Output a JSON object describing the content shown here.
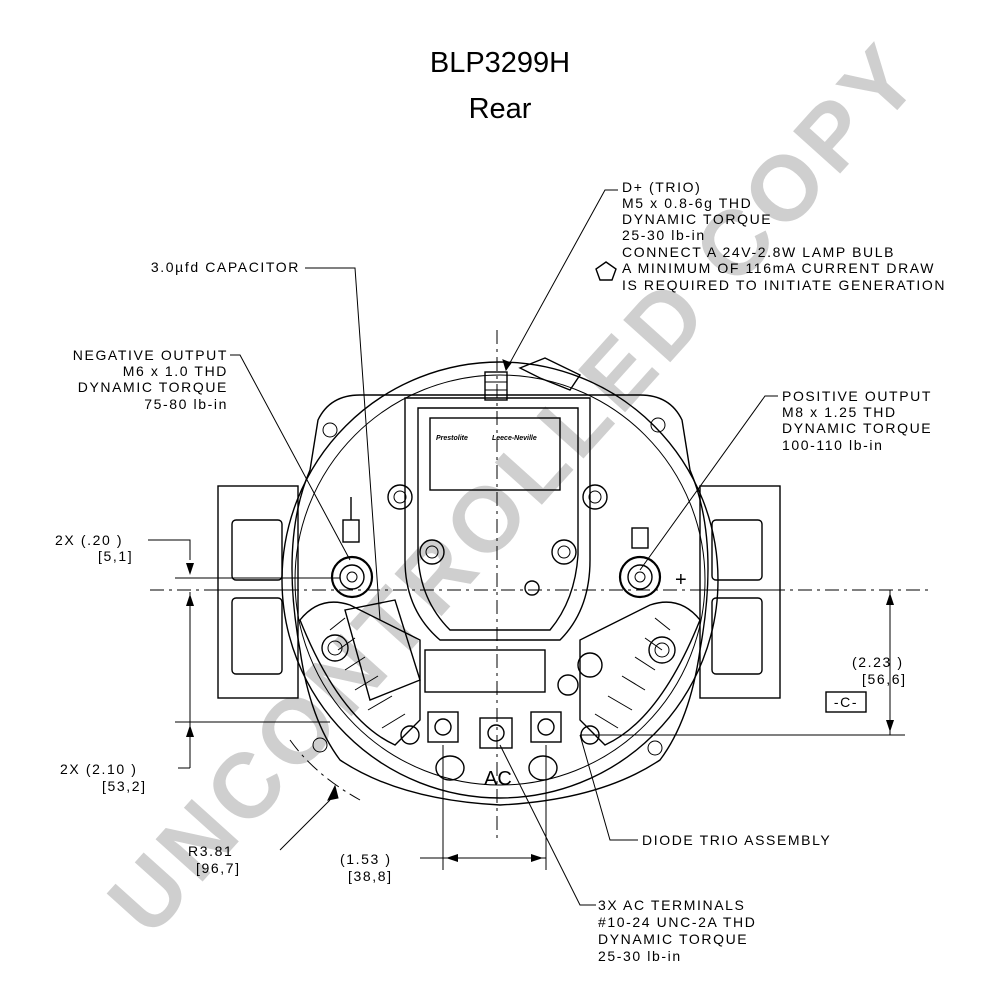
{
  "header": {
    "title": "BLP3299H",
    "subtitle": "Rear"
  },
  "watermark": "UNCONTROLLED COPY",
  "callouts": {
    "d_plus": [
      "D+ (TRIO)",
      "M5 x 0.8-6g THD",
      "DYNAMIC TORQUE",
      "25-30 lb-in",
      "CONNECT A 24V-2.8W LAMP BULB",
      "A MINIMUM OF 116mA CURRENT DRAW",
      "IS REQUIRED TO INITIATE GENERATION"
    ],
    "capacitor": "3.0µfd CAPACITOR",
    "negative_output": [
      "NEGATIVE OUTPUT",
      "M6 x 1.0 THD",
      "DYNAMIC TORQUE",
      "75-80 lb-in"
    ],
    "positive_output": [
      "POSITIVE OUTPUT",
      "M8 x 1.25 THD",
      "DYNAMIC TORQUE",
      "100-110 lb-in"
    ],
    "diode_trio": "DIODE TRIO ASSEMBLY",
    "ac_terminals": [
      "3X AC TERMINALS",
      "#10-24 UNC-2A THD",
      "DYNAMIC TORQUE",
      "25-30 lb-in"
    ]
  },
  "dimensions": {
    "d1": {
      "inch": "2X (.20 )",
      "mm": "[5,1]"
    },
    "d2": {
      "inch": "2X (2.10 )",
      "mm": "[53,2]"
    },
    "d3": {
      "inch": "(2.23 )",
      "mm": "[56,6]"
    },
    "d4": {
      "inch": "(1.53 )",
      "mm": "[38,8]"
    },
    "radius": {
      "inch": "R3.81",
      "mm": "[96,7]"
    }
  },
  "datum": "-C-",
  "labels": {
    "ac": "AC",
    "plus": "+",
    "brand_1": "Prestolite",
    "brand_2": "Leece-Neville"
  }
}
